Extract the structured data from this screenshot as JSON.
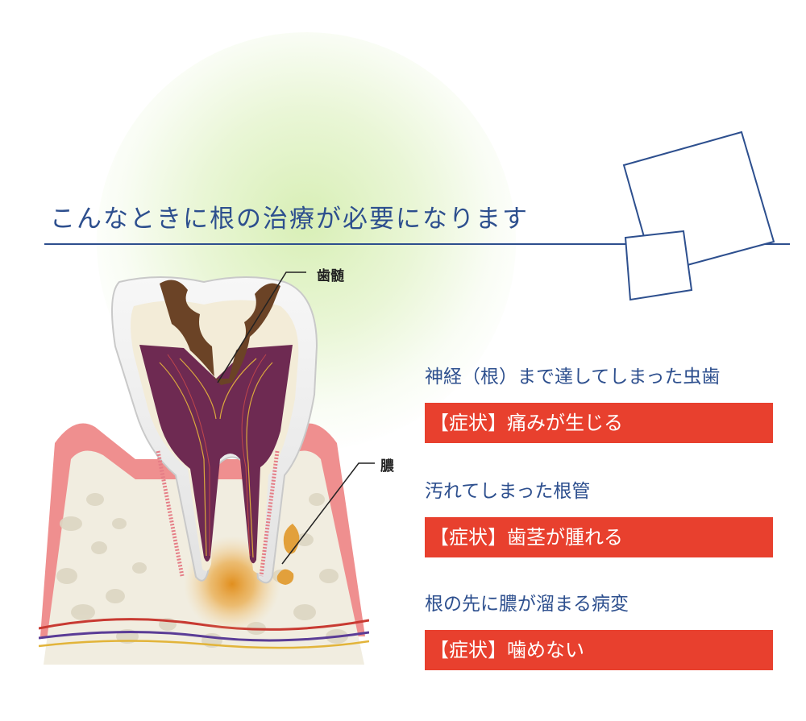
{
  "headline": "こんなときに根の治療が必要になります",
  "labels": {
    "pulp": "歯髄",
    "pus": "膿"
  },
  "items": [
    {
      "title": "神経（根）まで達してしまった虫歯",
      "symptom": "【症状】痛みが生じる"
    },
    {
      "title": "汚れてしまった根管",
      "symptom": "【症状】歯茎が腫れる"
    },
    {
      "title": "根の先に膿が溜まる病変",
      "symptom": "【症状】噛めない"
    }
  ],
  "colors": {
    "accent_blue": "#2d4f8e",
    "symptom_red": "#e8402e",
    "glow_green": "#d6eeb2",
    "gum_pink": "#ef8f8f",
    "decay_brown": "#6b4326",
    "pulp_purple": "#6e2a52"
  }
}
